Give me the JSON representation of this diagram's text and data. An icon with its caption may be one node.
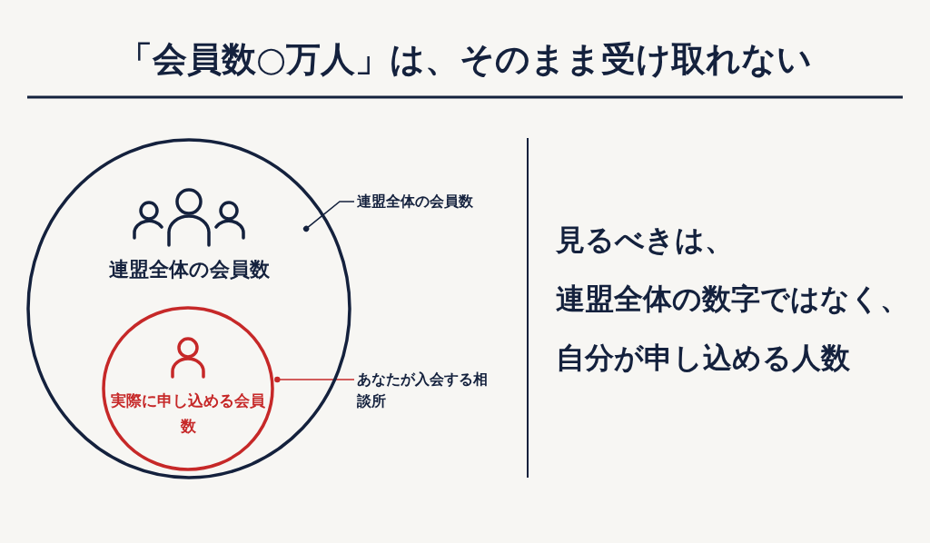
{
  "diagram": {
    "title": "「会員数○万人」は、そのまま受け取れない",
    "nodes": [
      {
        "text": [
          "連盟全体の会員数"
        ]
      },
      {
        "text": [
          "実際に申し込める会員数"
        ],
        "in": 0
      },
      {
        "text": [
          "連盟全体の会員数"
        ]
      },
      {
        "text": [
          "あなたが入会する相談所"
        ]
      }
    ],
    "edges": [
      {
        "from": 2,
        "to": 0,
        "arrow": "other"
      },
      {
        "from": 3,
        "to": 1,
        "arrow": "other",
        "color": "#c62828"
      }
    ],
    "labels": [
      "見るべきは、",
      "連盟全体の数字ではなく、",
      "自分が申し込める人数"
    ]
  }
}
